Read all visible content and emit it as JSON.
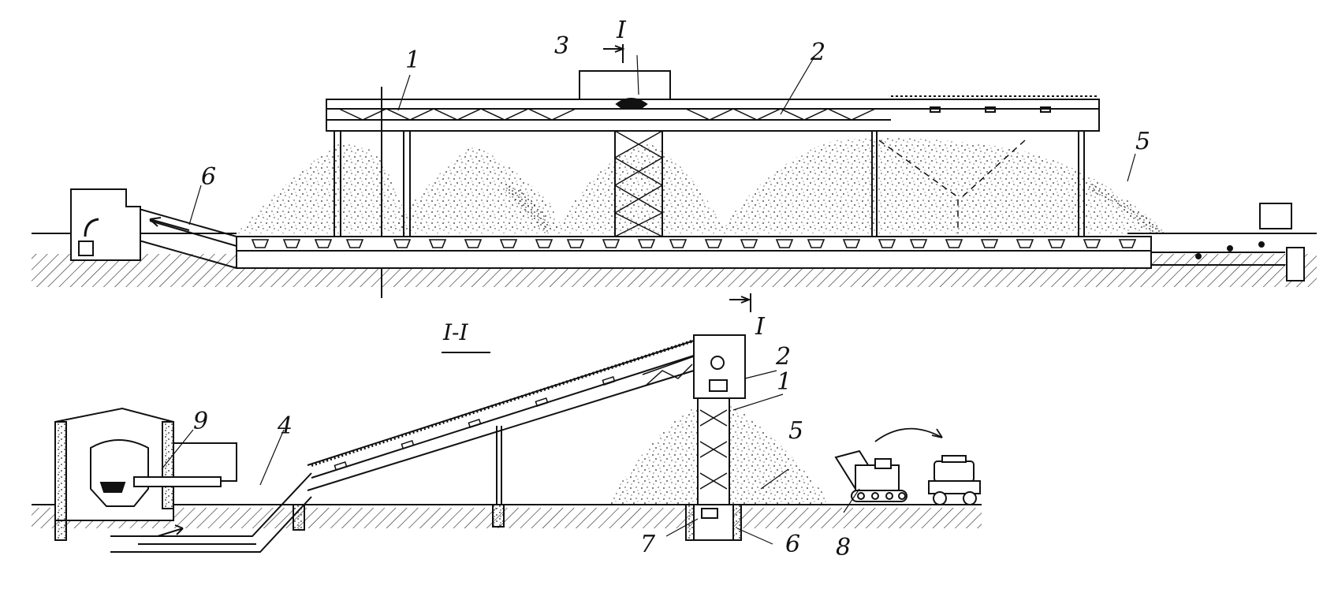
{
  "diagram": {
    "labels": {
      "conveyor_top": "1",
      "tripper_top": "2",
      "trolley_top": "3",
      "pile_top": "5",
      "tunnel_conveyor_top": "6",
      "incline_conveyor": "4",
      "gantry_bottom": "1",
      "tripper_bottom": "2",
      "pile_bottom": "5",
      "pit_bottom": "6",
      "feeder_bottom": "7",
      "loader_bottom": "8",
      "bin_bottom": "9"
    },
    "section_mark_top": "I",
    "section_mark_bottom": "I",
    "section_title": "I-I"
  }
}
